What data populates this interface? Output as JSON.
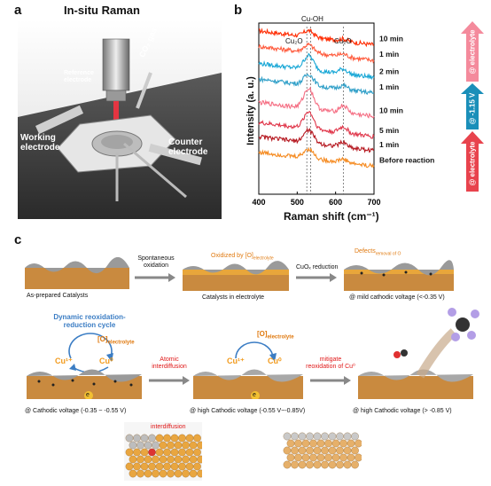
{
  "panel_a": {
    "letter": "a",
    "title": "In-situ Raman",
    "labels": {
      "reference": "Reference electrode",
      "gas": "CO₂ gas",
      "working": "Working electrode",
      "counter": "Counter electrode"
    }
  },
  "panel_b": {
    "letter": "b",
    "annotations": {
      "cuoh": "Cu-OH",
      "cu2o_left": "Cu₂O",
      "cu2o_right": "Cu₂O"
    },
    "arrow_labels": {
      "top": "@ electrolyte",
      "middle": "@ -1.15 V",
      "bottom": "@ electrolyte"
    },
    "colors": {
      "top_arrow": "#f48a9c",
      "middle_arrow": "#1a8fb9",
      "bottom_arrow": "#e8434d"
    }
  },
  "chart_data": {
    "type": "line",
    "xlabel": "Raman shift (cm⁻¹)",
    "ylabel": "Intensity (a. u.)",
    "xlim": [
      400,
      700
    ],
    "xticks": [
      400,
      500,
      600,
      700
    ],
    "reference_lines_x": [
      525,
      535,
      620
    ],
    "series": [
      {
        "name": "10 min",
        "color": "#ff2a00",
        "offset": 9.6,
        "peak": 0.4
      },
      {
        "name": "1 min",
        "color": "#ff5a3c",
        "offset": 8.6,
        "peak": 0.5
      },
      {
        "name": "2 min",
        "color": "#18a7d6",
        "offset": 7.5,
        "peak": 0.9
      },
      {
        "name": "1 min",
        "color": "#2f9fc8",
        "offset": 6.5,
        "peak": 0.7
      },
      {
        "name": "10 min",
        "color": "#f56f84",
        "offset": 5.0,
        "peak": 1.3
      },
      {
        "name": "5 min",
        "color": "#e0364a",
        "offset": 3.7,
        "peak": 1.1
      },
      {
        "name": "1 min",
        "color": "#b5171f",
        "offset": 2.8,
        "peak": 0.8
      },
      {
        "name": "Before reaction",
        "color": "#f58a1f",
        "offset": 1.8,
        "peak": 0.6
      }
    ]
  },
  "panel_c": {
    "letter": "c",
    "row1": {
      "captions": [
        "As-prepared Catalysts",
        "Catalysts in electrolyte",
        "@ mild cathodic voltage (<-0.35 V)"
      ],
      "arrow1": "Spontaneous oxidation",
      "arrow2": "CuOₓ reduction",
      "oxidized_label": "Oxidized by [O]",
      "oxidized_sub": "electrolyte",
      "defects_label": "Defects",
      "defects_sub": "removal of O"
    },
    "row2": {
      "cycle_title": "Dynamic reoxidation-reduction cycle",
      "o_label": "[O]",
      "o_sub": "electrolyte",
      "cu1": "Cu¹⁺",
      "cu0": "Cu⁰",
      "electron": "e",
      "arrow1": "Atomic interdiffusion",
      "arrow2": "mitigate reoxidation of Cu⁰",
      "captions": [
        "@ Cathodic voltage (-0.35 ~ -0.55 V)",
        "@ high Cathodic voltage (-0.55 V~-0.85V)",
        "@ high Cathodic voltage (> -0.85 V)"
      ]
    },
    "row3": {
      "interdiffusion": "interdiffusion"
    },
    "colors": {
      "copper": "#c98a3f",
      "oxide": "#e8a63b",
      "cycle_blue": "#3b7dc4",
      "cu_orange": "#f29b1d",
      "red_text": "#e01818"
    }
  }
}
